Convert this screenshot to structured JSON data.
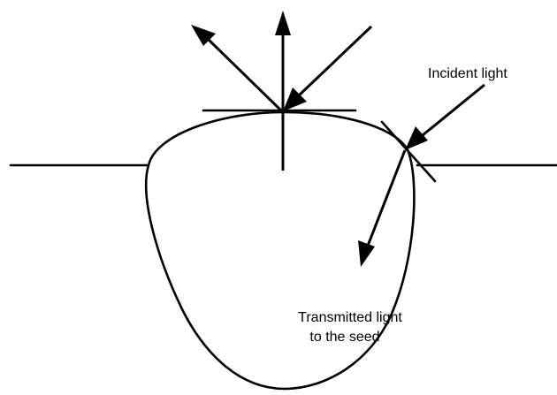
{
  "labels": {
    "incident": "Incident light",
    "transmitted_line1": "Transmitted light",
    "transmitted_line2": "to the seed"
  },
  "colors": {
    "line": "#000000",
    "background": "#ffffff"
  }
}
